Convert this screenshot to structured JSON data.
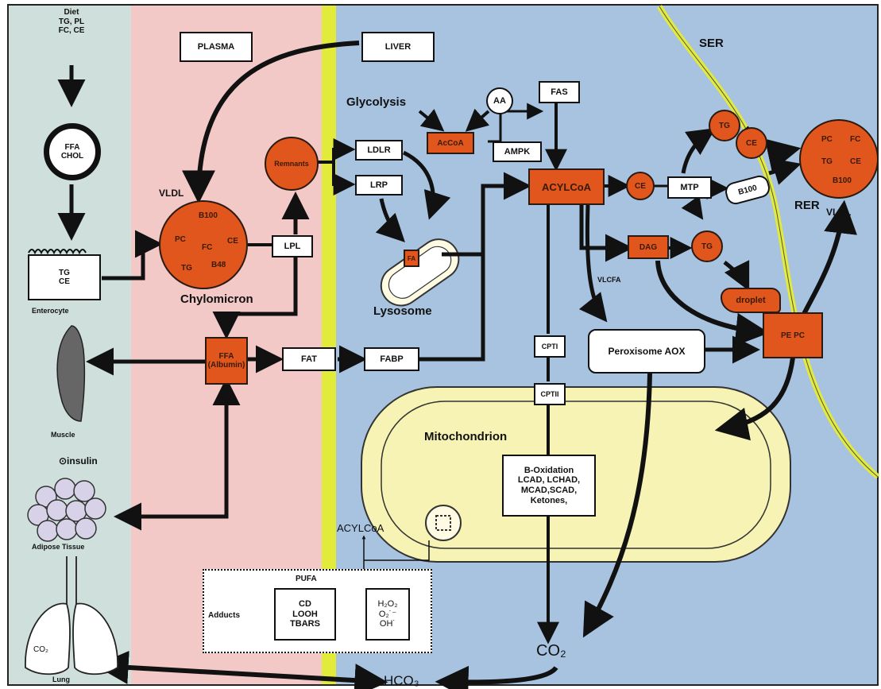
{
  "diet": "Diet\nTG, PL\nFC, CE",
  "ffa_chol": "FFA\nCHOL",
  "enterocyte_content": "TG\nCE",
  "enterocyte_label": "Enterocyte",
  "muscle_label": "Muscle",
  "insulin_label": "⊙insulin",
  "adipose_label": "Adipose Tissue",
  "lung_label": "Lung",
  "lung_co2": "CO₂",
  "plasma": "PLASMA",
  "liver": "LIVER",
  "vldl_left": "VLDL",
  "chylomicron": {
    "b100": "B100",
    "pc": "PC",
    "fc": "FC",
    "ce": "CE",
    "tg": "TG",
    "b48": "B48"
  },
  "chylomicron_label": "Chylomicron",
  "remnants": "Remnants",
  "lpl": "LPL",
  "ffa_albumin": "FFA\n(Albumin)",
  "fat": "FAT",
  "fabp": "FABP",
  "ldlr": "LDLR",
  "lrp": "LRP",
  "lysosome_fa": "FA",
  "lysosome_label": "Lysosome",
  "glycolysis": "Glycolysis",
  "aa": "AA",
  "acoa": "AcCoA",
  "ampk": "AMPK",
  "fas": "FAS",
  "acylcoa": "ACYLCoA",
  "ce_mid": "CE",
  "mtp": "MTP",
  "dag": "DAG",
  "vlcfa": "VLCFA",
  "tg_mid": "TG",
  "tg_top": "TG",
  "ce_top": "CE",
  "b100_pill": "B100",
  "droplet": "droplet",
  "ser": "SER",
  "rer": "RER",
  "vldl_right": "VLDL",
  "vldl_particle": {
    "pc": "PC",
    "fc": "FC",
    "tg": "TG",
    "ce": "CE",
    "b100": "B100"
  },
  "pe_pc": "PE  PC",
  "cpt1": "CPTI",
  "cpt2": "CPTII",
  "peroxisome": "Peroxisome AOX",
  "mitochondrion": "Mitochondrion",
  "boxidation": "B-Oxidation\nLCAD, LCHAD,\nMCAD,SCAD,\nKetones,",
  "acylcoa_small": "ACYLCoA",
  "pufa": "PUFA",
  "adducts": "Adducts",
  "cd_block": "CD\nLOOH\nTBARS",
  "ros_block": "H₂O₂\nO₂˙⁻\nOH˙",
  "co2": "CO₂",
  "hco3": "HCO₃",
  "colors": {
    "plasma_bg": "#f3c9c8",
    "liver_bg": "#a8c3e0",
    "left_bg": "#cfe0dc",
    "membrane": "#e2ea3a",
    "orange": "#e0561d",
    "mito": "#f7f3b4"
  }
}
